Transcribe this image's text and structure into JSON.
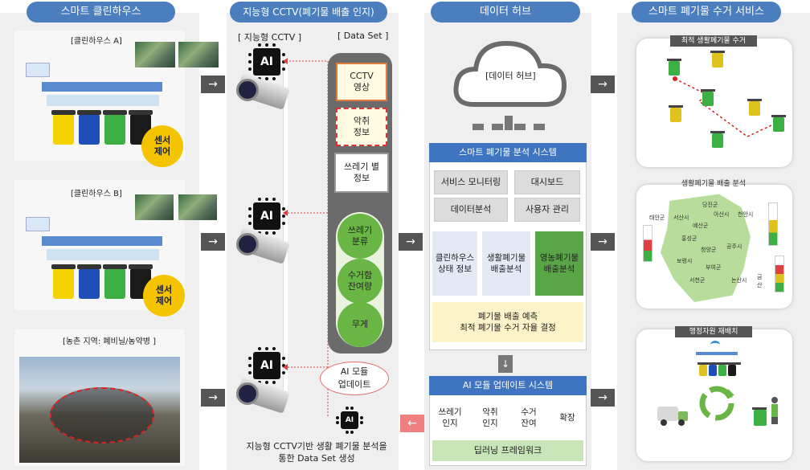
{
  "col1": {
    "header": "스마트 클린하우스",
    "house_a": {
      "label": "[클린하우스 A]",
      "sensor": "센서\n제어"
    },
    "house_b": {
      "label": "[클린하우스 B]",
      "sensor": "센서\n제어"
    },
    "rural": {
      "label": "[농촌 지역: 폐비닐/농약병 ]"
    }
  },
  "col2": {
    "header": "지능형 CCTV(폐기물 배출 인지)",
    "cctv_label": "[ 지능형 CCTV ]",
    "dataset_label": "[ Data Set ]",
    "chip_text": "AI",
    "boxes": [
      "CCTV\n영상",
      "악취\n정보",
      "쓰레기 별\n정보"
    ],
    "circles": [
      "쓰레기\n분류",
      "수거함\n잔여량",
      "무게"
    ],
    "bubble": "AI 모듈\n업데이트",
    "caption": "지능형 CCTV기반 생활 폐기물 분석을\n통한 Data Set 생성"
  },
  "col3": {
    "header": "데이터 허브",
    "cloud_label": "[데이터 허브]",
    "analysis_title": "스마트 폐기물 분석 시스템",
    "buttons": [
      "서비스 모니터링",
      "대시보드",
      "데이터분석",
      "사용자 관리"
    ],
    "subs": [
      "클린하우스\n상태 정보",
      "생활폐기물\n배출분석",
      "영농폐기물\n배출분석"
    ],
    "prediction": "폐기물 배출 예측\n최적 폐기물 수거 자율 결정",
    "update_title": "AI 모듈 업데이트 시스템",
    "update_items": [
      "쓰레기\n인지",
      "악취\n인지",
      "수거\n잔여",
      "확장"
    ],
    "framework": "딥러닝 프레임워크"
  },
  "col4": {
    "header": "스마트  폐기물 수거 서비스",
    "card1": "최적 생활폐기물 수거",
    "card2": "생활폐기물 배출 분석",
    "card3": "행정자원 재배치",
    "map_labels": [
      "당진군",
      "서산시",
      "아산시",
      "천안시",
      "예산군",
      "홍성군",
      "청양군",
      "공주시",
      "보령시",
      "부여군",
      "논산시",
      "서천군",
      "금산",
      "태안군"
    ]
  },
  "colors": {
    "accent": "#4a7ebf",
    "panel": "#efefef",
    "green": "#6ab645",
    "yellow": "#f4c400"
  }
}
